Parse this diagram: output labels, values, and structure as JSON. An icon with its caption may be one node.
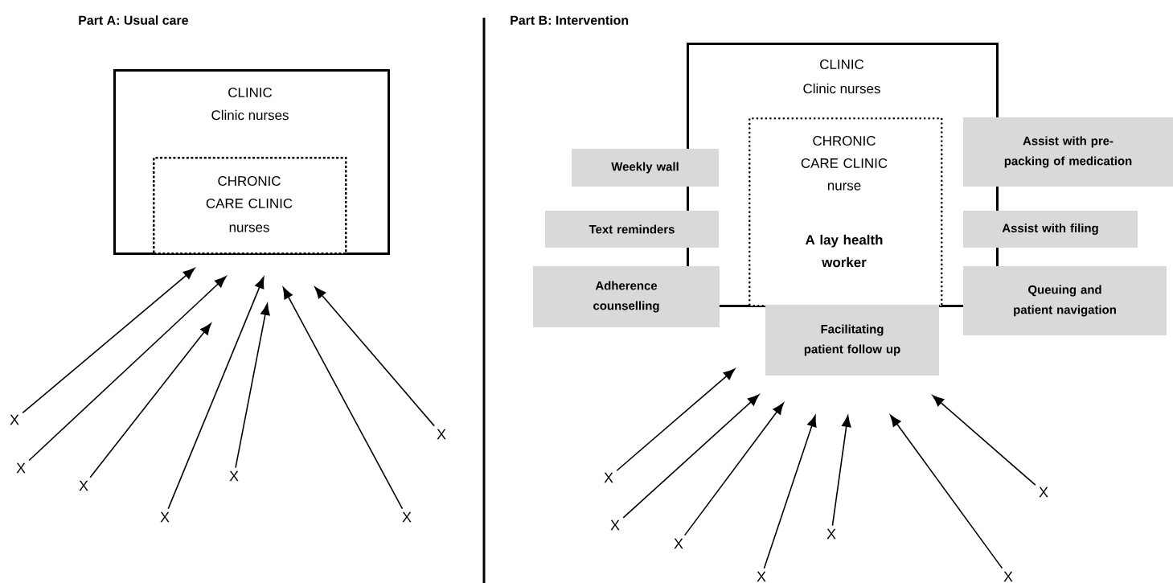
{
  "diagram": {
    "nodes": [
      {
        "text": [
          "CLINIC",
          "Clinic nurses"
        ]
      },
      {
        "text": [
          "CHRONIC CARE CLINIC",
          "nurses"
        ],
        "in": 0
      },
      {
        "text": [
          "X"
        ]
      },
      {
        "text": [
          "X"
        ]
      },
      {
        "text": [
          "X"
        ]
      },
      {
        "text": [
          "X"
        ]
      },
      {
        "text": [
          "X"
        ]
      },
      {
        "text": [
          "X"
        ]
      },
      {
        "text": [
          "X"
        ]
      },
      {
        "text": [
          "CLINIC",
          "Clinic nurses"
        ]
      },
      {
        "text": [
          "CHRONIC CARE CLINIC",
          "nurse",
          "A lay health worker"
        ],
        "in": 9
      },
      {
        "text": [
          "Weekly wall"
        ]
      },
      {
        "text": [
          "Text reminders"
        ]
      },
      {
        "text": [
          "Adherence counselling"
        ]
      },
      {
        "text": [
          "Assist with pre-packing of medication"
        ]
      },
      {
        "text": [
          "Assist with filing"
        ]
      },
      {
        "text": [
          "Queuing and patient navigation"
        ]
      },
      {
        "text": [
          "Facilitating patient follow up"
        ]
      },
      {
        "text": [
          "X"
        ]
      },
      {
        "text": [
          "X"
        ]
      },
      {
        "text": [
          "X"
        ]
      },
      {
        "text": [
          "X"
        ]
      },
      {
        "text": [
          "X"
        ]
      },
      {
        "text": [
          "X"
        ]
      },
      {
        "text": [
          "X"
        ]
      }
    ],
    "edges": [
      {
        "from": 2,
        "to": null,
        "arrow": "to"
      },
      {
        "from": 3,
        "to": null,
        "arrow": "to"
      },
      {
        "from": 4,
        "to": null,
        "arrow": "to"
      },
      {
        "from": 5,
        "to": null,
        "arrow": "to"
      },
      {
        "from": 6,
        "to": null,
        "arrow": "to"
      },
      {
        "from": 7,
        "to": null,
        "arrow": "to"
      },
      {
        "from": 8,
        "to": null,
        "arrow": "to"
      },
      {
        "from": 18,
        "to": null,
        "arrow": "to"
      },
      {
        "from": 19,
        "to": null,
        "arrow": "to"
      },
      {
        "from": 20,
        "to": null,
        "arrow": "to"
      },
      {
        "from": 21,
        "to": null,
        "arrow": "to"
      },
      {
        "from": 22,
        "to": null,
        "arrow": "to"
      },
      {
        "from": 23,
        "to": null,
        "arrow": "to"
      },
      {
        "from": 24,
        "to": null,
        "arrow": "to"
      }
    ],
    "labels": [
      "Part A: Usual care",
      "Part B: Intervention"
    ]
  }
}
